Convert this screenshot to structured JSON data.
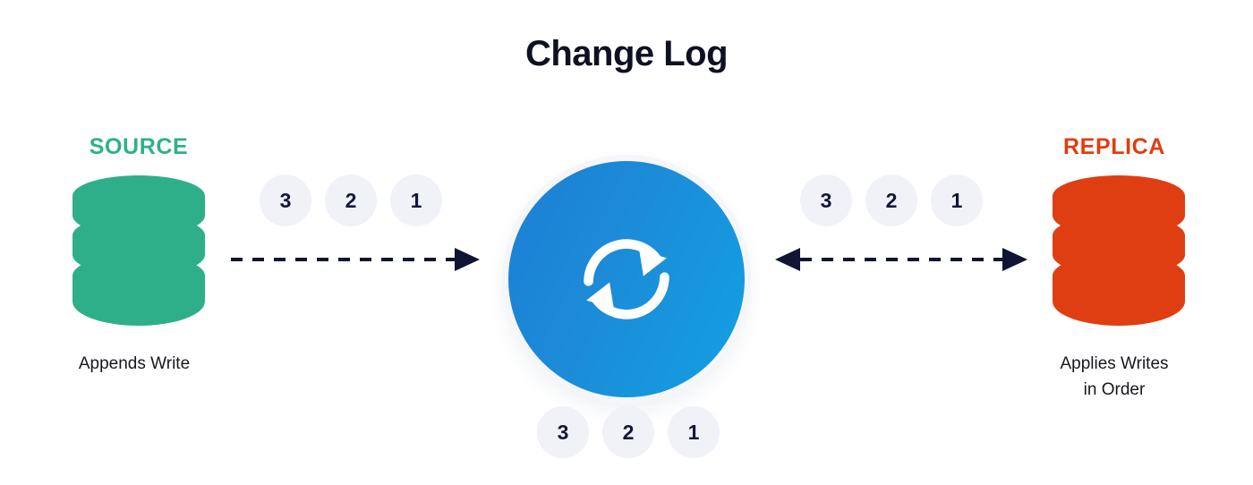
{
  "title": "Change Log",
  "source": {
    "label": "SOURCE",
    "caption": "Appends Write",
    "color": "#2fb08a",
    "db_color": "#2eaf8a",
    "db_icon": "database-icon"
  },
  "replica": {
    "label": "REPLICA",
    "caption_line1": "Applies Writes",
    "caption_line2": "in Order",
    "color": "#e03d10",
    "db_color": "#df3e12",
    "db_icon": "database-icon"
  },
  "hub": {
    "icon": "sync-arrows-icon",
    "gradient_from": "#1b7fd4",
    "gradient_to": "#12a0e2"
  },
  "badges": {
    "badge_bg": "#f0f2f8",
    "badge_text_color": "#121639",
    "left": [
      "3",
      "2",
      "1"
    ],
    "right": [
      "3",
      "2",
      "1"
    ],
    "bottom": [
      "3",
      "2",
      "1"
    ]
  },
  "arrows": {
    "left": {
      "name": "dashed-arrow-right",
      "direction": "right",
      "style": "dashed",
      "color": "#111432"
    },
    "right": {
      "name": "dashed-arrow-bidirectional",
      "direction": "both",
      "style": "dashed",
      "color": "#111432"
    }
  }
}
